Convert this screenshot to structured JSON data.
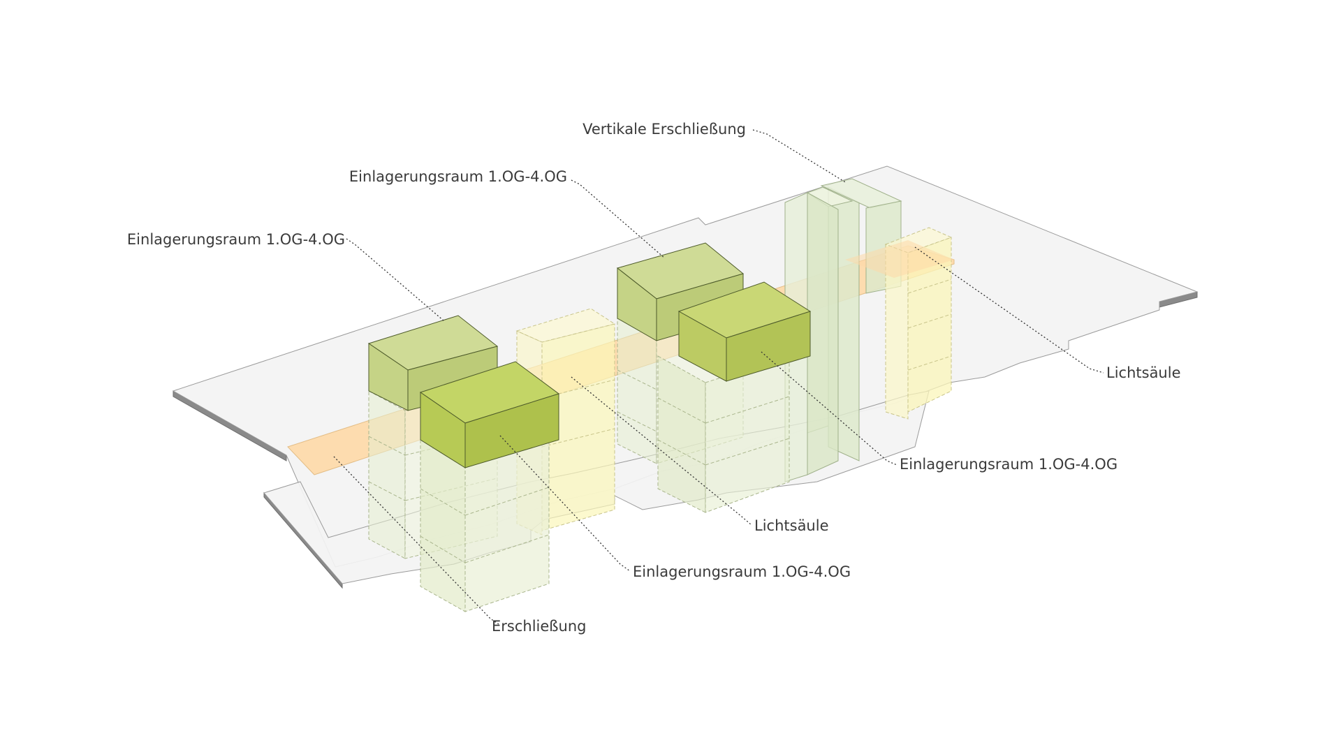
{
  "labels": {
    "vertikale_erschliessung": "Vertikale Erschließung",
    "einlagerung_top": "Einlagerungsraum 1.OG-4.OG",
    "einlagerung_left": "Einlagerungsraum 1.OG-4.OG",
    "lichtsaeule_right": "Lichtsäule",
    "einlagerung_right": "Einlagerungsraum 1.OG-4.OG",
    "lichtsaeule_center": "Lichtsäule",
    "einlagerung_bottom": "Einlagerungsraum 1.OG-4.OG",
    "erschliessung": "Erschließung"
  },
  "colors": {
    "storage_solid": "#bfcf5e",
    "storage_ghost": "#d9e5b2",
    "light_column": "#fbf6b9",
    "circulation": "#fdd9a8",
    "vertical_core": "#e1ecd0",
    "slab": "#f3f3f3"
  }
}
